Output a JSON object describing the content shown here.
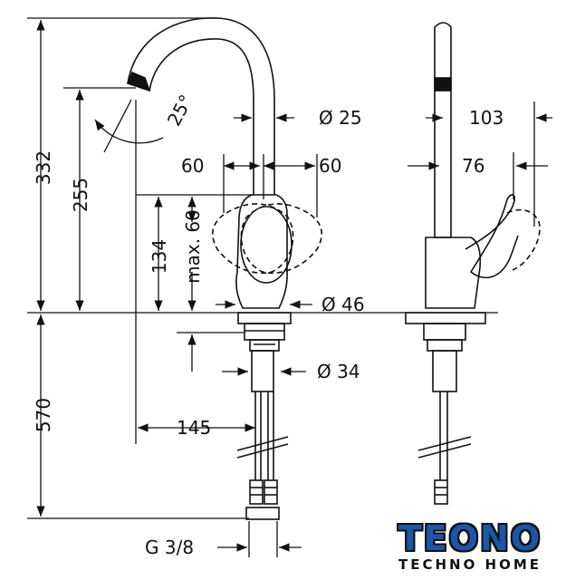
{
  "dimensions": {
    "total_height": "332",
    "spout_height": "255",
    "handle_height": "134",
    "handle_travel": "max. 60",
    "below_counter": "570",
    "spout_angle": "25°",
    "spout_diameter": "Ø 25",
    "handle_swing_left": "60",
    "handle_swing_right": "60",
    "body_diameter": "Ø 46",
    "shank_diameter": "Ø 34",
    "projection": "145",
    "connection": "G 3/8",
    "side_depth": "103",
    "side_handle_depth": "76"
  },
  "logo": {
    "name": "TEONO",
    "subtitle": "TECHNO HOME",
    "colors": {
      "fill": "#1b56a8",
      "outline": "#111111"
    }
  }
}
